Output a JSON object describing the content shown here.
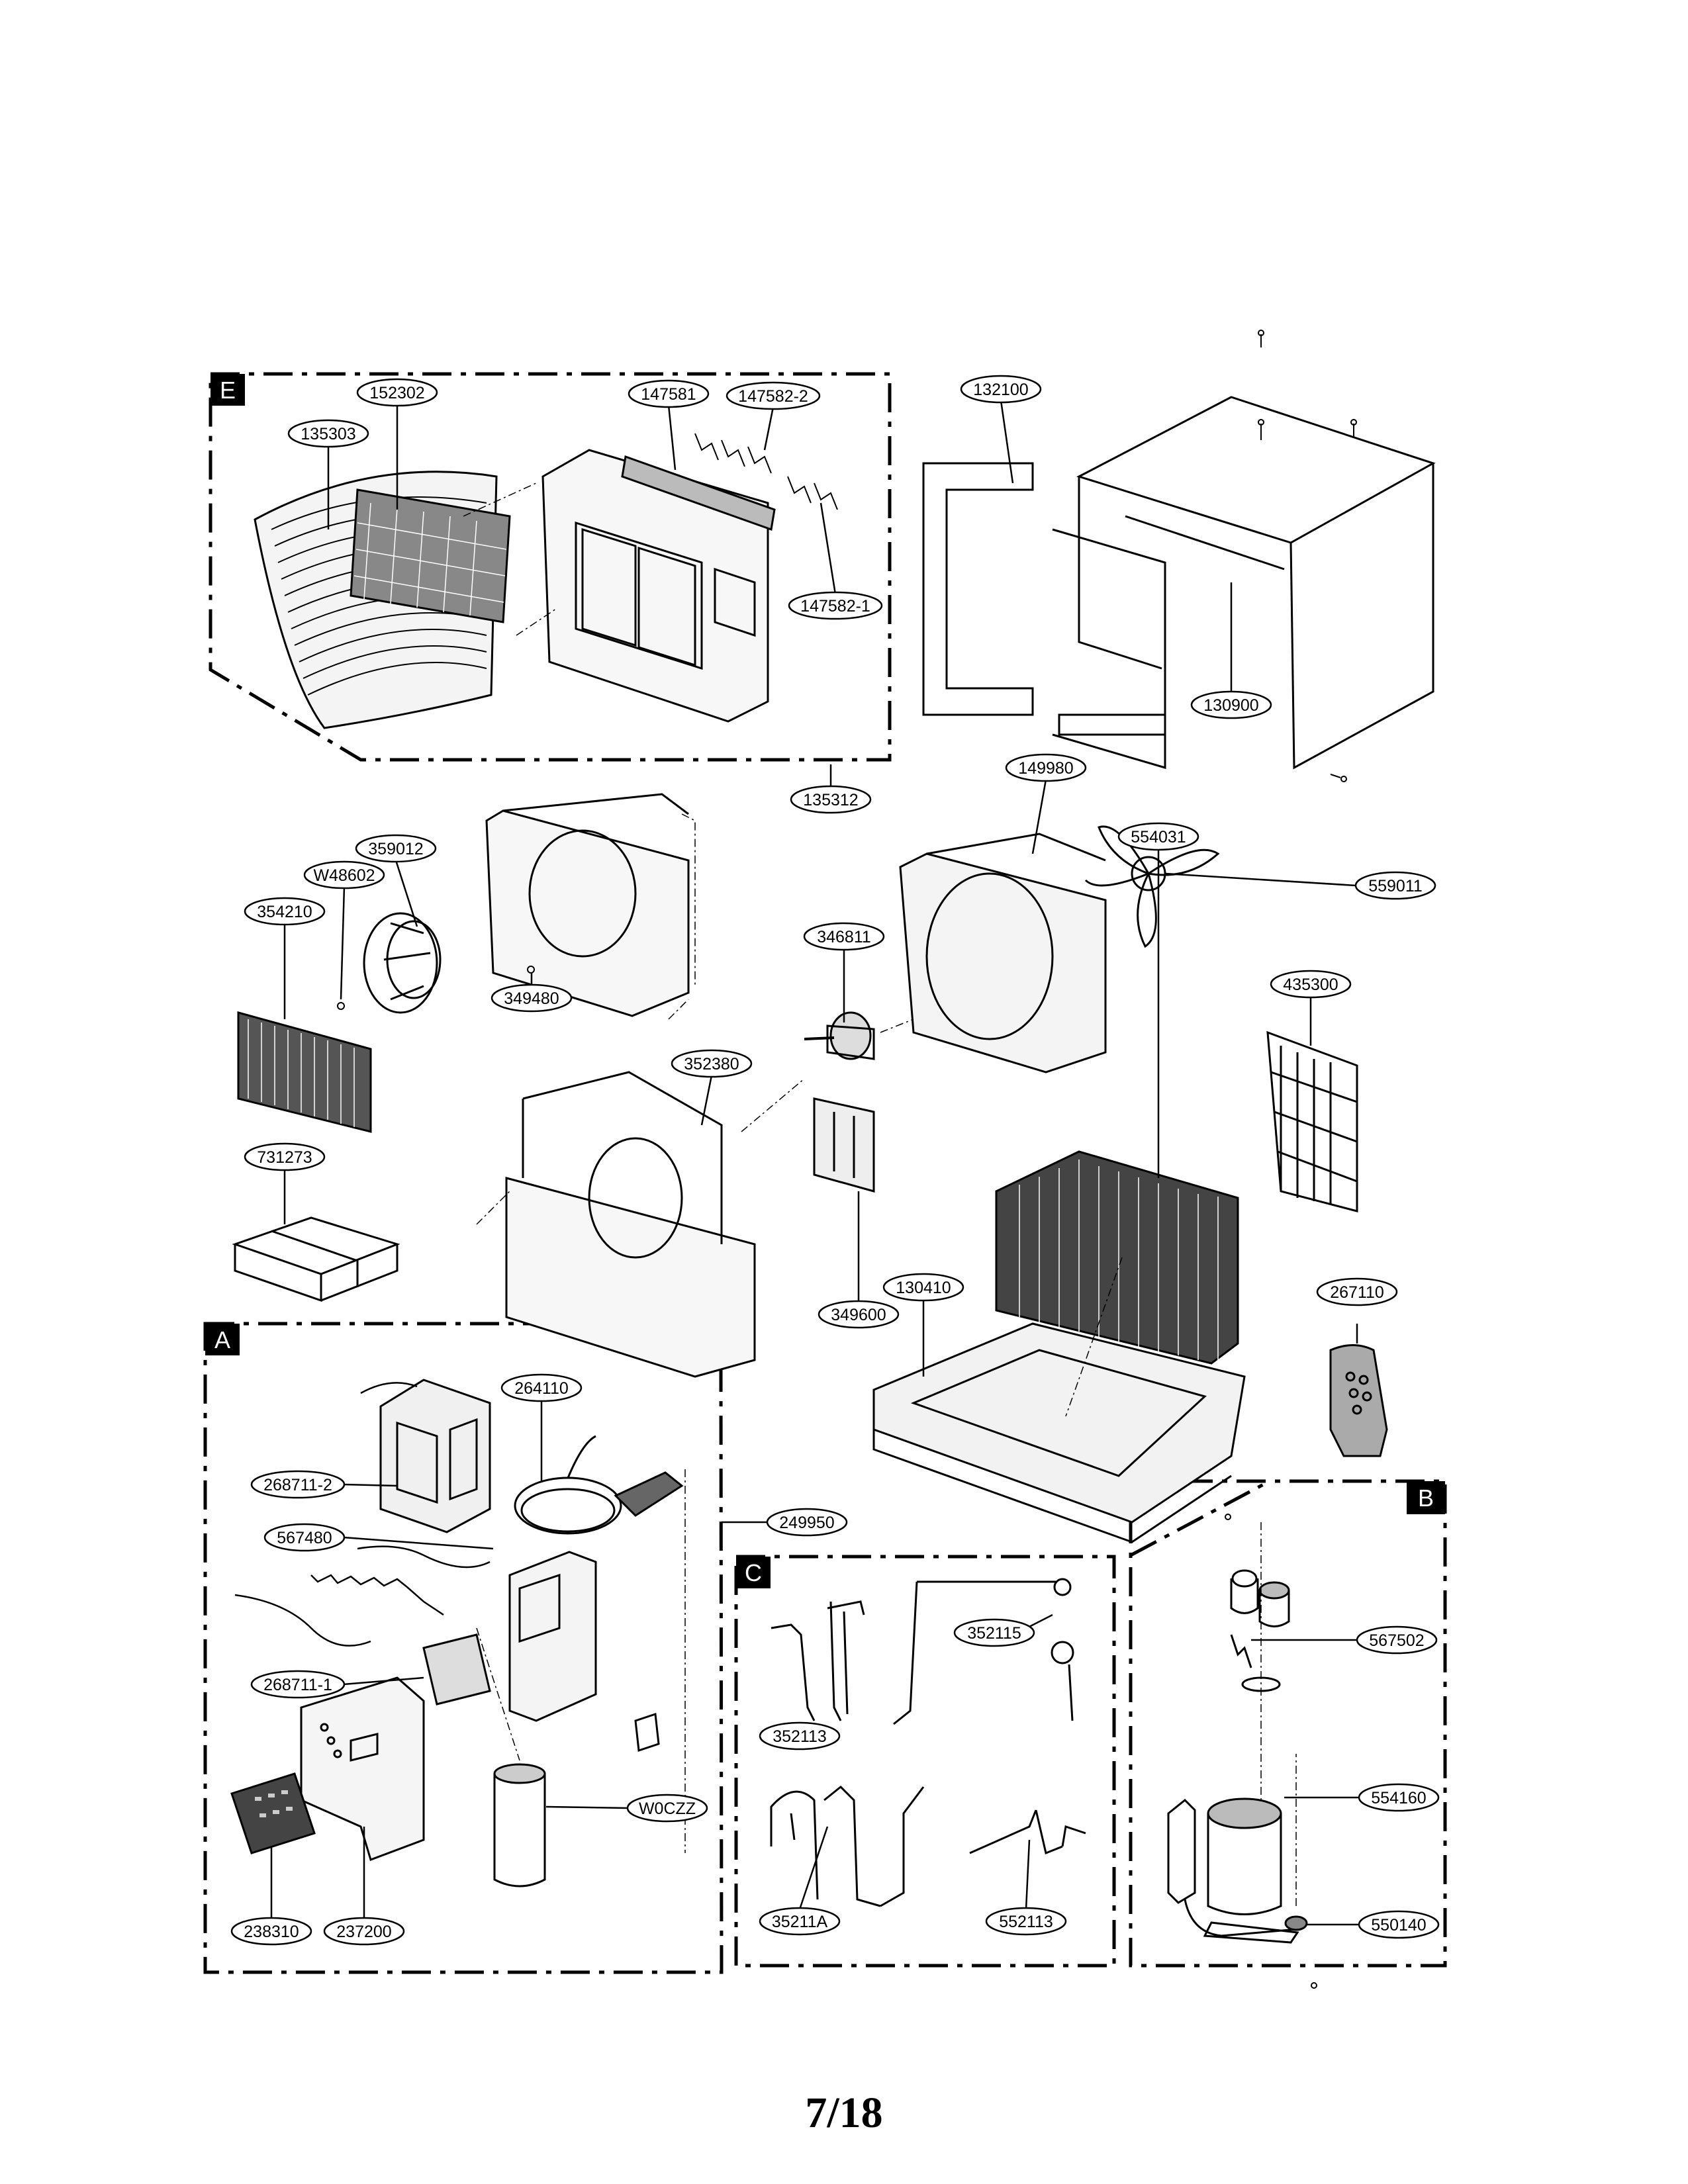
{
  "page": {
    "number": "7/18"
  },
  "sections": [
    {
      "id": "E",
      "label": "E"
    },
    {
      "id": "A",
      "label": "A"
    },
    {
      "id": "C",
      "label": "C"
    },
    {
      "id": "B",
      "label": "B"
    }
  ],
  "callouts": {
    "135303": "135303",
    "152302": "152302",
    "147581": "147581",
    "147582_2": "147582-2",
    "147582_1": "147582-1",
    "135312": "135312",
    "132100": "132100",
    "130900": "130900",
    "149980": "149980",
    "559011": "559011",
    "359012": "359012",
    "W48602": "W48602",
    "354210": "354210",
    "349480": "349480",
    "346811": "346811",
    "352380": "352380",
    "435300": "435300",
    "554031": "554031",
    "731273": "731273",
    "349600": "349600",
    "130410": "130410",
    "267110": "267110",
    "264110": "264110",
    "268711_2": "268711-2",
    "249950": "249950",
    "567480": "567480",
    "268711_1": "268711-1",
    "W0CZZ": "W0CZZ",
    "238310": "238310",
    "237200": "237200",
    "352115": "352115",
    "352113": "352113",
    "35211A": "35211A",
    "552113": "552113",
    "567502": "567502",
    "554160": "554160",
    "550140": "550140"
  }
}
